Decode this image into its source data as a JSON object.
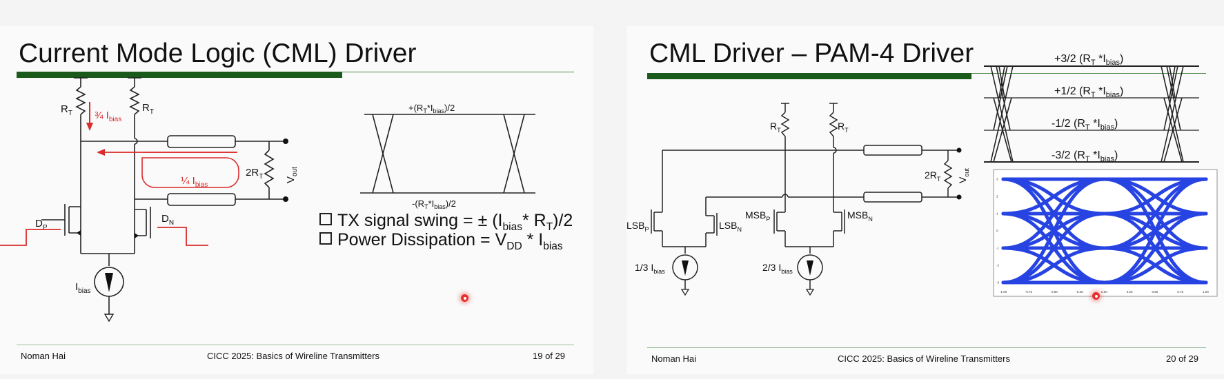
{
  "slide1": {
    "title": "Current Mode Logic (CML) Driver",
    "footer": {
      "author": "Noman Hai",
      "event": "CICC 2025: Basics of Wireline Transmitters",
      "page": "19 of 29"
    },
    "bullets": [
      {
        "pre": "TX signal swing = ± (I",
        "s1": "bias",
        "mid": "* R",
        "s2": "T",
        "post": ")/2"
      },
      {
        "pre": "Power Dissipation = V",
        "s1": "DD",
        "mid": " * I",
        "s2": "bias",
        "post": ""
      }
    ],
    "labels": {
      "rt": "R",
      "rt_sub": "T",
      "three_q": "¾ I",
      "quarter": "¼ I",
      "bias_sub": "bias",
      "two_rt": "2R",
      "vout": "V",
      "vout_sub": "out",
      "dp": "D",
      "dp_sub": "P",
      "dn": "D",
      "dn_sub": "N",
      "ibias": "I"
    },
    "eye_top": "+(R",
    "eye_top_mid": "*I",
    "eye_top_end": ")/2",
    "eye_bot": "-(R",
    "eye_bot_mid": "*I",
    "eye_bot_end": ")/2"
  },
  "slide2": {
    "title": "CML Driver – PAM-4 Driver",
    "footer": {
      "author": "Noman Hai",
      "event": "CICC 2025: Basics of Wireline Transmitters",
      "page": "20 of 29"
    },
    "levels": [
      {
        "pre": "+3/2 (R",
        "post": ")"
      },
      {
        "pre": "+1/2 (R",
        "post": ")"
      },
      {
        "pre": "-1/2 (R",
        "post": ")"
      },
      {
        "pre": "-3/2 (R",
        "post": ")"
      }
    ],
    "labels": {
      "lsbp": "LSB",
      "lsbn": "LSB",
      "msbp": "MSB",
      "msbn": "MSB",
      "i13": "1/3 I",
      "i23": "2/3 I",
      "two_rt": "2R"
    },
    "eye_plot": {
      "x_ticks": [
        "-1.00",
        "-0.75",
        "-0.50",
        "-0.25",
        "0.00",
        "0.25",
        "0.50",
        "0.75",
        "1.00"
      ],
      "y_ticks": [
        "3",
        "2",
        "1",
        "0",
        "-1",
        "-2",
        "-3"
      ],
      "color": "#1030e0"
    }
  },
  "colors": {
    "accent": "#1a5a1a",
    "annot": "#d92b2b"
  }
}
